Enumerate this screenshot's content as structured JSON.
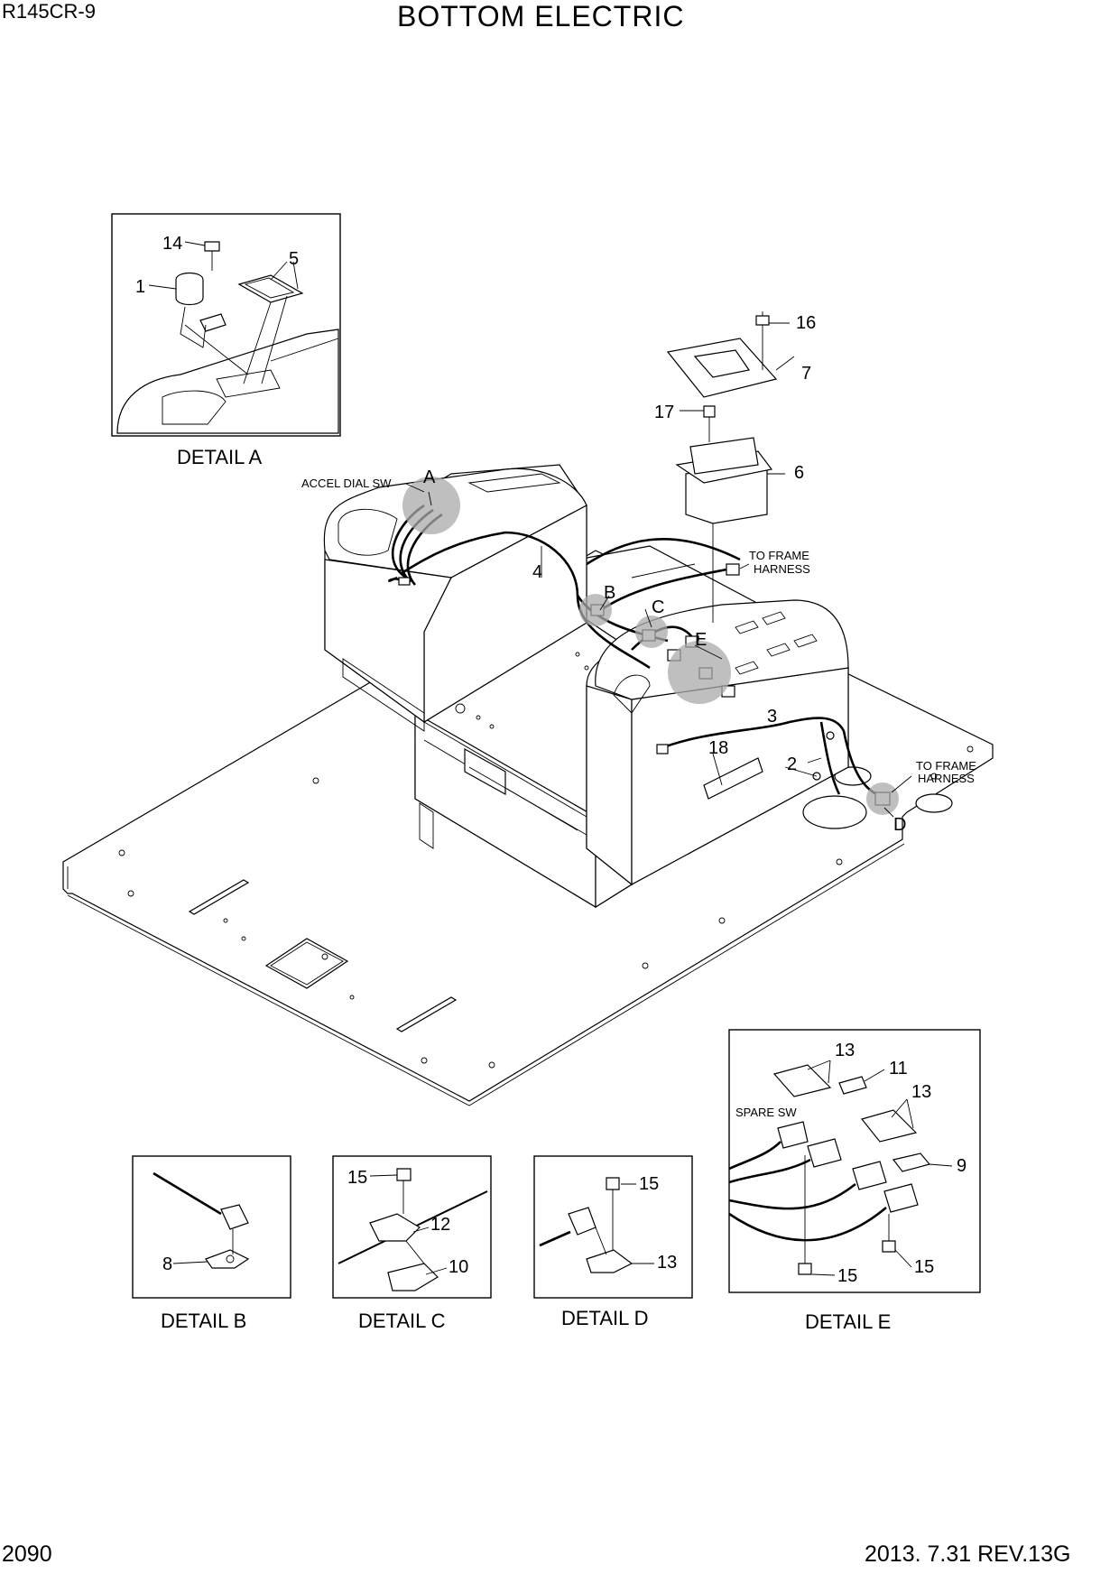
{
  "header": {
    "model": "R145CR-9",
    "title": "BOTTOM ELECTRIC"
  },
  "footer": {
    "page_number": "2090",
    "revision": "2013. 7.31  REV.13G"
  },
  "main_callouts": [
    "A",
    "B",
    "C",
    "D",
    "E",
    "2",
    "3",
    "4",
    "6",
    "7",
    "16",
    "17",
    "18"
  ],
  "annotations": {
    "accel_dial_sw": "ACCEL DIAL SW",
    "to_frame_harness_upper": [
      "TO FRAME",
      "HARNESS"
    ],
    "to_frame_harness_lower": [
      "TO FRAME",
      "HARNESS"
    ],
    "spare_sw": "SPARE SW"
  },
  "details": [
    {
      "name": "detail-a",
      "caption": "DETAIL A",
      "callouts": [
        "14",
        "1",
        "5"
      ]
    },
    {
      "name": "detail-b",
      "caption": "DETAIL B",
      "callouts": [
        "8"
      ]
    },
    {
      "name": "detail-c",
      "caption": "DETAIL C",
      "callouts": [
        "15",
        "12",
        "10"
      ]
    },
    {
      "name": "detail-d",
      "caption": "DETAIL D",
      "callouts": [
        "15",
        "13"
      ]
    },
    {
      "name": "detail-e",
      "caption": "DETAIL E",
      "callouts": [
        "13",
        "11",
        "13",
        "9",
        "15",
        "15"
      ]
    }
  ]
}
